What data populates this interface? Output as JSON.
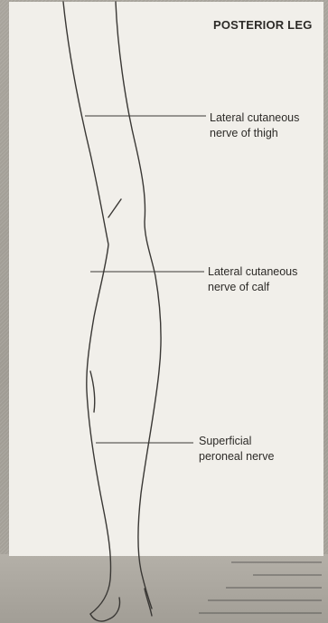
{
  "title": "POSTERIOR LEG",
  "labels": [
    {
      "line1": "Lateral cutaneous",
      "line2": "nerve of thigh"
    },
    {
      "line1": "Lateral cutaneous",
      "line2": "nerve of calf"
    },
    {
      "line1": "Superficial",
      "line2": "peroneal nerve"
    }
  ]
}
